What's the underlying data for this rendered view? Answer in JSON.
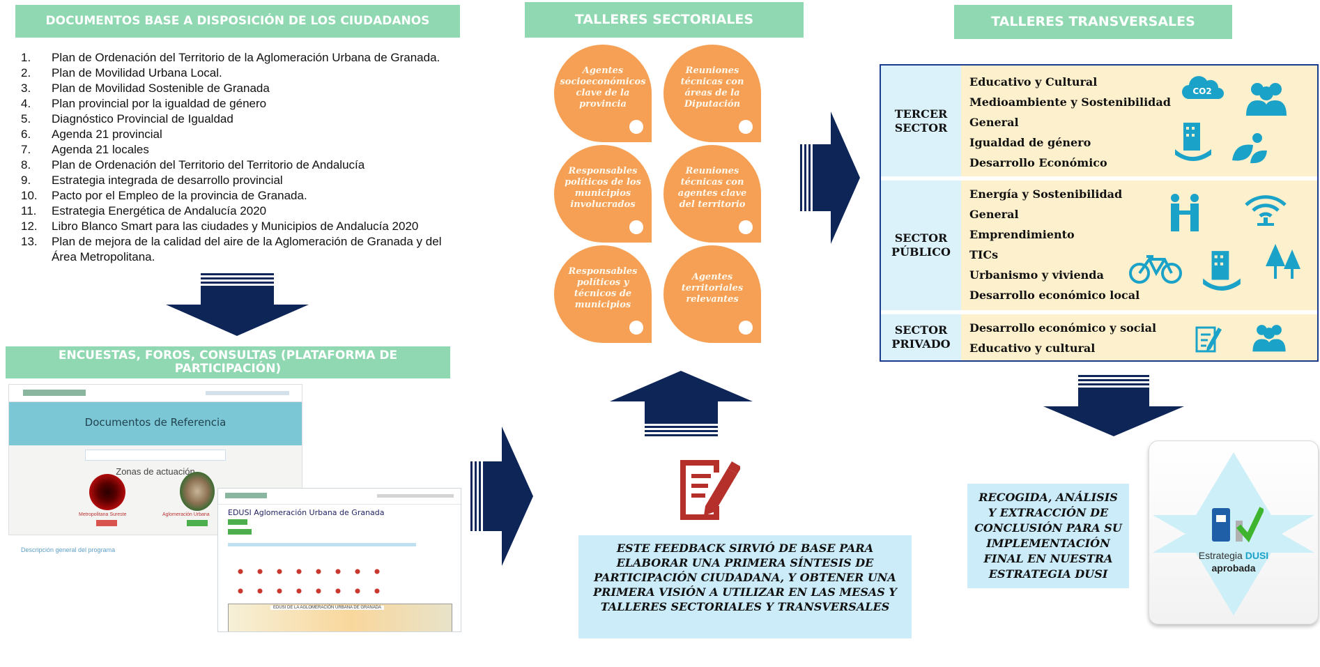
{
  "documents": {
    "title": "DOCUMENTOS BASE A DISPOSICIÓN DE LOS CIUDADANOS",
    "items": [
      {
        "num": "1.",
        "text": "Plan de Ordenación del Territorio de la Aglomeración Urbana de Granada."
      },
      {
        "num": "2.",
        "text": "Plan de Movilidad Urbana Local."
      },
      {
        "num": "3.",
        "text": "Plan de Movilidad Sostenible de Granada"
      },
      {
        "num": "4.",
        "text": "Plan provincial por la igualdad de género"
      },
      {
        "num": "5.",
        "text": "Diagnóstico Provincial de Igualdad"
      },
      {
        "num": "6.",
        "text": "Agenda 21 provincial"
      },
      {
        "num": "7.",
        "text": "Agenda 21 locales"
      },
      {
        "num": "8.",
        "text": "Plan de Ordenación del Territorio del Territorio de Andalucía"
      },
      {
        "num": "9.",
        "text": "Estrategia integrada de desarrollo provincial"
      },
      {
        "num": "10.",
        "text": "Pacto por el Empleo de la provincia de Granada."
      },
      {
        "num": "11.",
        "text": "Estrategia Energética de Andalucía 2020"
      },
      {
        "num": "12.",
        "text": "Libro Blanco Smart para las ciudades y Municipios de Andalucía 2020"
      },
      {
        "num": "13.",
        "text": "Plan de mejora de la calidad del aire de la Aglomeración de Granada y del Área Metropolitana."
      }
    ]
  },
  "surveys": {
    "title": "ENCUESTAS, FOROS, CONSULTAS (PLATAFORMA DE PARTICIPACIÓN)",
    "shot1": {
      "heading": "Documentos de Referencia",
      "subheading": "Zonas de actuación",
      "zone1": "Metropolitana Sureste",
      "zone2": "Aglomeración Urbana",
      "footer": "Descripción general del programa"
    },
    "shot2": {
      "heading": "EDUSI Aglomeración Urbana de Granada",
      "map_label": "EDUSI DE LA AGLOMERACIÓN URBANA DE GRANADA"
    }
  },
  "sectorial": {
    "title": "TALLERES SECTORIALES",
    "workshops": [
      "Agentes socioeconómicos clave de la provincia",
      "Reuniones técnicas con áreas de la Diputación",
      "Responsables políticos de los municipios involucrados",
      "Reuniones técnicas con agentes clave del territorio",
      "Responsables políticos y técnicos de municipios",
      "Agentes territoriales relevantes"
    ],
    "feedback": "ESTE FEEDBACK SIRVIÓ DE BASE PARA ELABORAR UNA PRIMERA SÍNTESIS DE PARTICIPACIÓN CIUDADANA, Y OBTENER UNA PRIMERA VISIÓN A UTILIZAR EN LAS MESAS Y TALLERES SECTORIALES Y TRANSVERSALES"
  },
  "transversal": {
    "title": "TALLERES TRANSVERSALES",
    "sectors": [
      {
        "label": "TERCER SECTOR",
        "items": [
          "Educativo y Cultural",
          "Medioambiente y Sostenibilidad",
          "General",
          "Igualdad de género",
          "Desarrollo Económico"
        ]
      },
      {
        "label": "SECTOR PÚBLICO",
        "items": [
          "Energía y Sostenibilidad",
          "General",
          "Emprendimiento",
          "TICs",
          "Urbanismo y vivienda",
          "Desarrollo económico local"
        ]
      },
      {
        "label": "SECTOR PRIVADO",
        "items": [
          "Desarrollo económico y social",
          "Educativo y cultural"
        ]
      }
    ],
    "co2_label": "CO2"
  },
  "conclusion": {
    "text": "RECOGIDA, ANÁLISIS Y EXTRACCIÓN DE CONCLUSIÓN PARA SU IMPLEMENTACIÓN FINAL EN NUESTRA ESTRATEGIA DUSI",
    "badge_prefix": "Estrategia",
    "badge_highlight": "DUSI",
    "badge_status": "aprobada"
  },
  "colors": {
    "header_green": "#8fd8b1",
    "orange": "#f5a055",
    "navy": "#0e2557",
    "light_blue": "#dbf2fb",
    "cream": "#fdf0cc",
    "icon_blue": "#1aa2c8"
  }
}
